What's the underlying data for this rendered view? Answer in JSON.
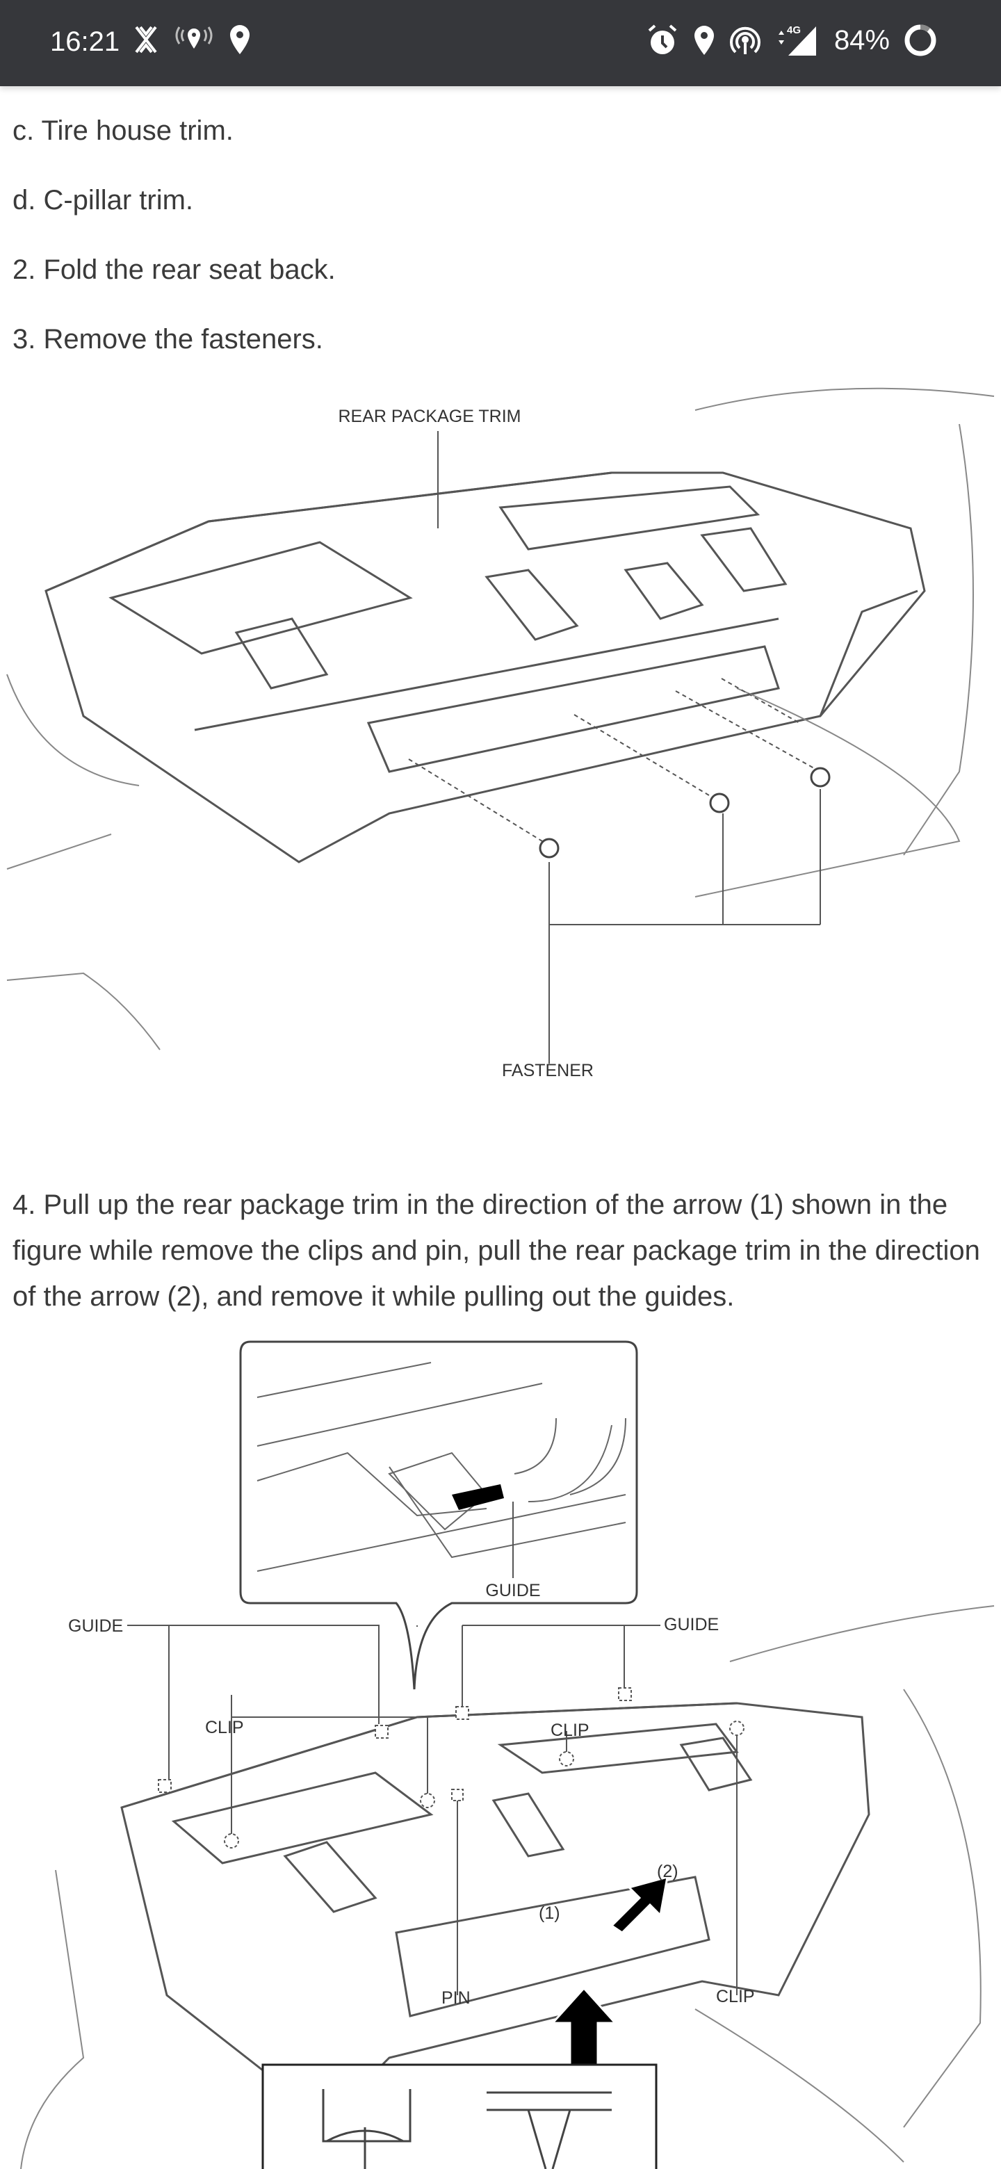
{
  "status_bar": {
    "time": "16:21",
    "battery": "84%",
    "network": "4G",
    "icons_left": [
      "x-icon",
      "wireless-location-icon",
      "location-icon"
    ],
    "icons_right": [
      "alarm-icon",
      "location-icon",
      "hotspot-icon",
      "signal-icon",
      "battery-ring-icon"
    ]
  },
  "steps": [
    "c. Tire house trim.",
    "d. C-pillar trim.",
    "2. Fold the rear seat back.",
    "3. Remove the fasteners."
  ],
  "figure1": {
    "labels": {
      "top": "REAR PACKAGE TRIM",
      "bottom": "FASTENER"
    }
  },
  "step4": "4. Pull up the rear package trim in the direction of the arrow (1) shown in the figure while remove the clips and pin, pull the rear package trim in the direction of the arrow (2), and remove it while pulling out the guides.",
  "figure2": {
    "labels": {
      "guide_inset": "GUIDE",
      "guide_left": "GUIDE",
      "guide_right": "GUIDE",
      "clip_left": "CLIP",
      "clip_center": "CLIP",
      "clip_right": "CLIP",
      "pin": "PIN",
      "arrow1": "(1)",
      "arrow2": "(2)"
    }
  }
}
